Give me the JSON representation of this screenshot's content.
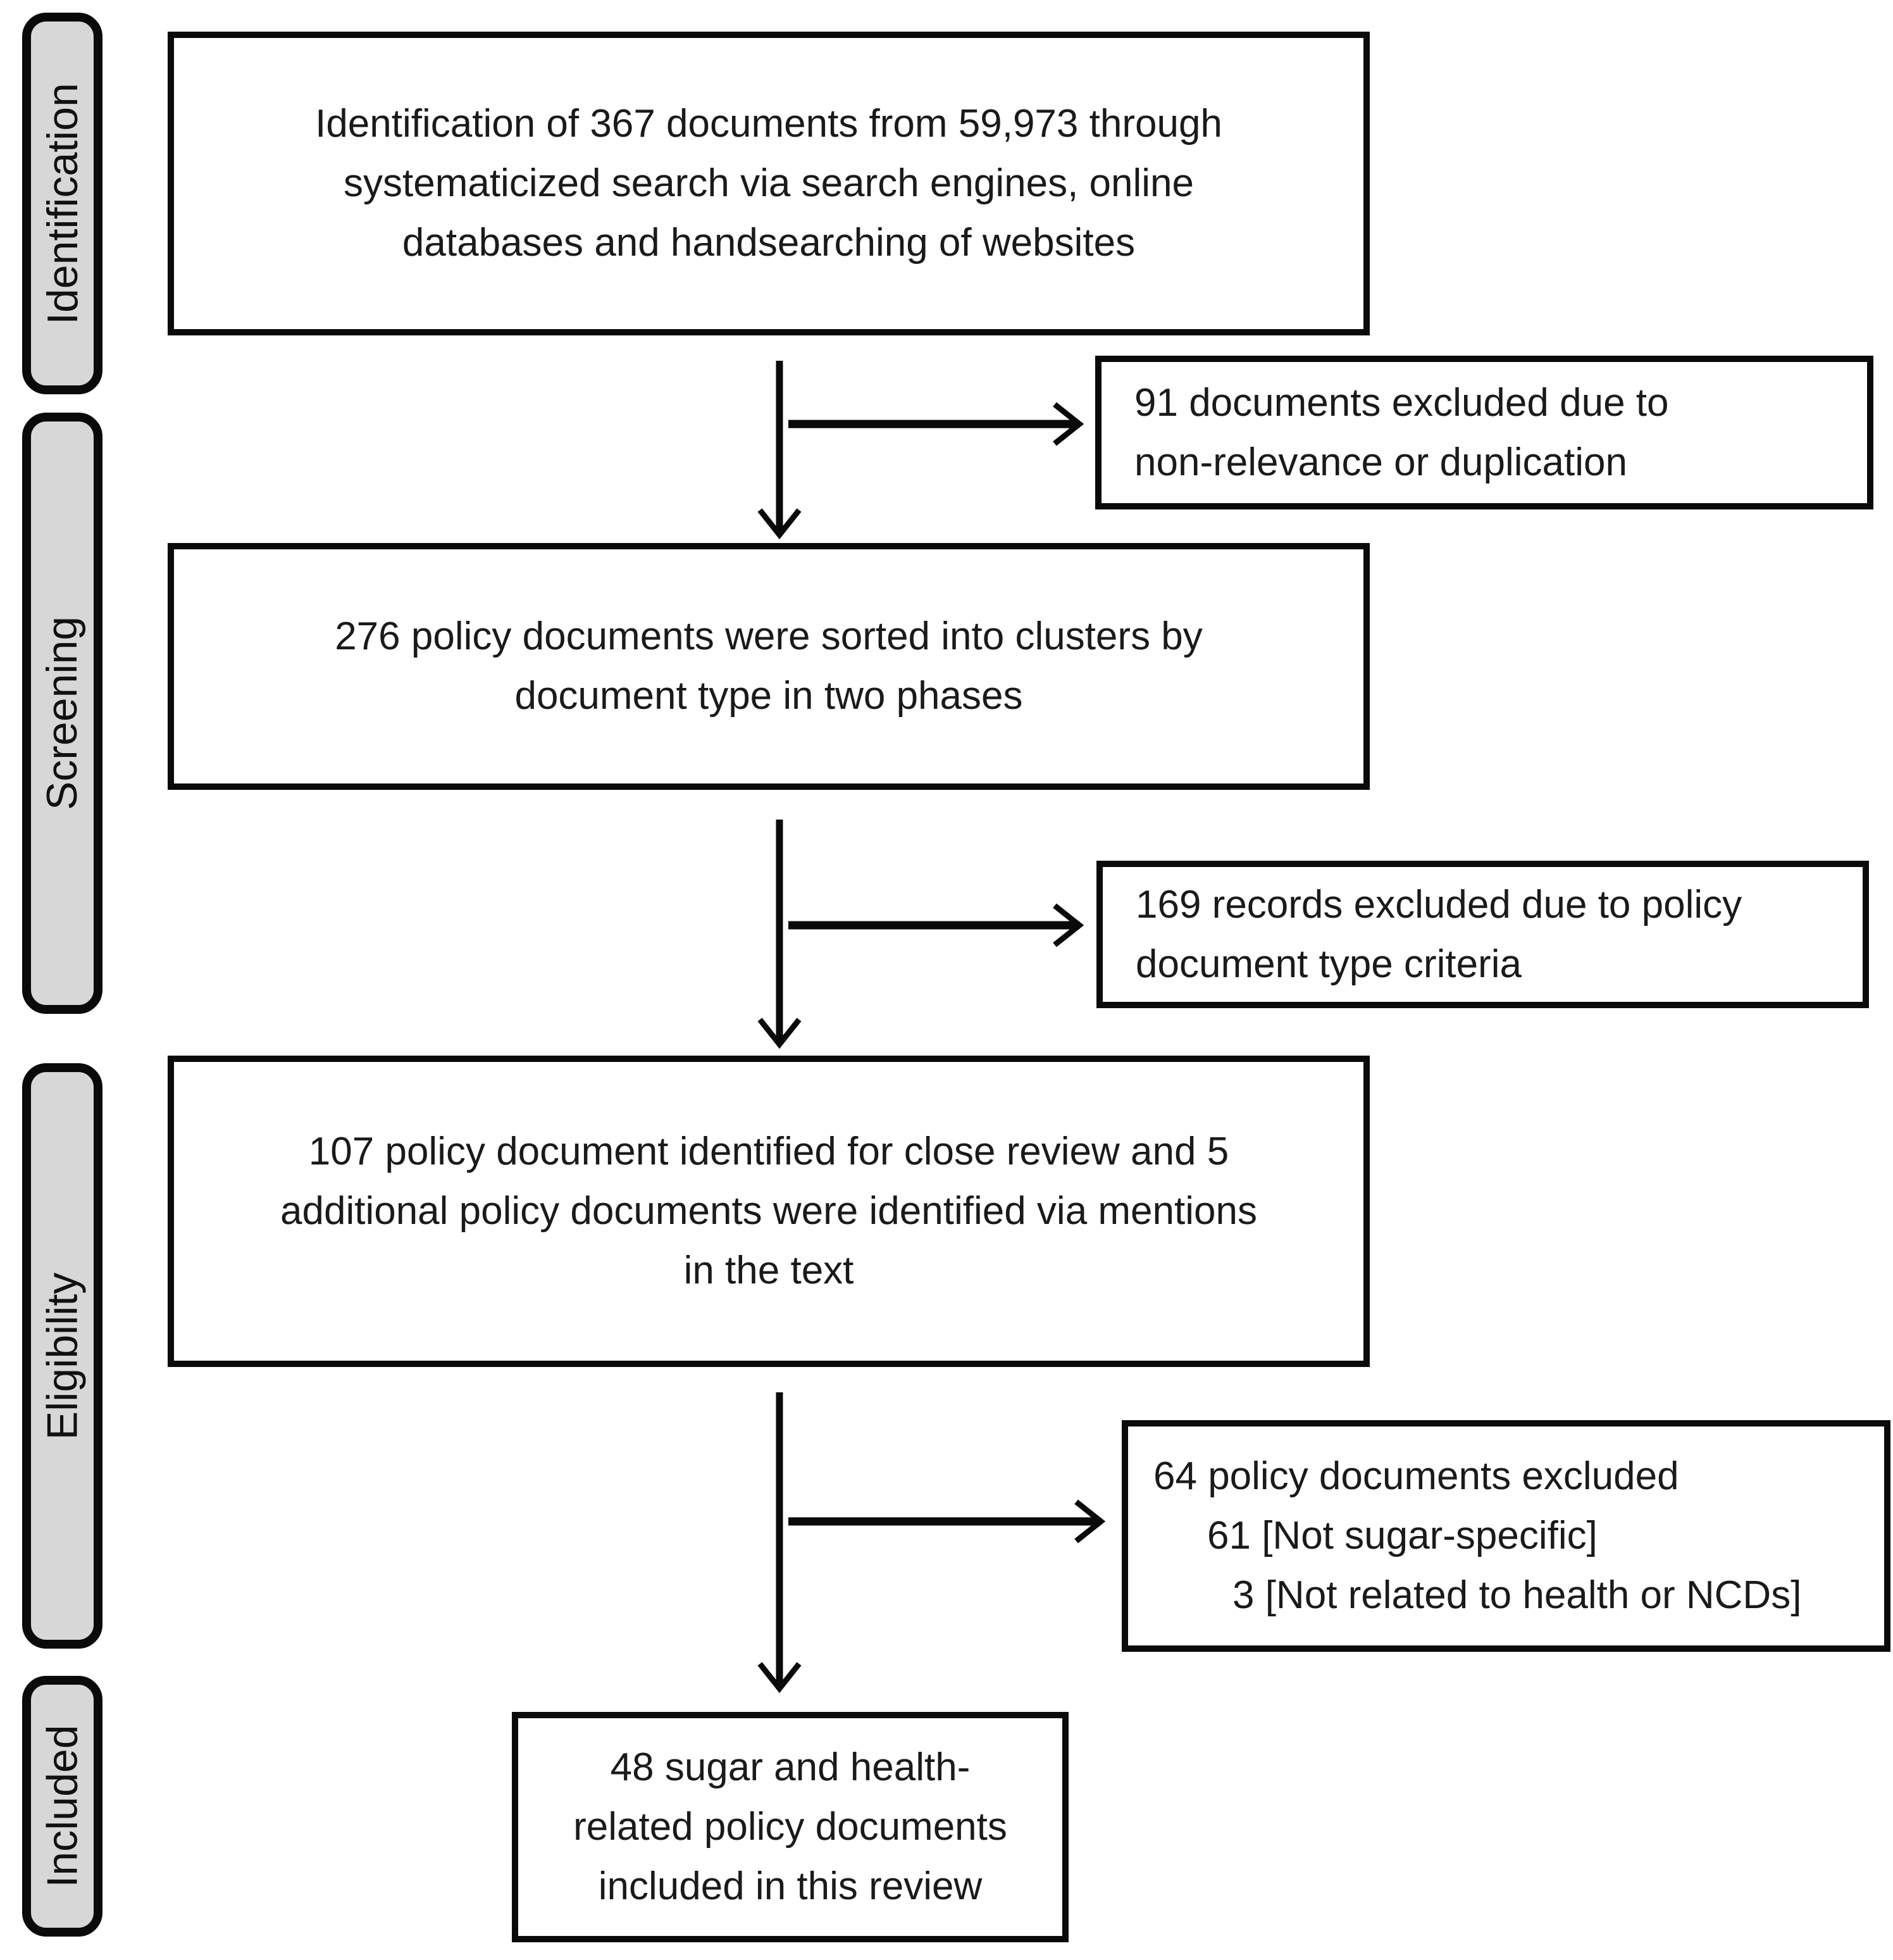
{
  "figure": {
    "kind": "prisma-flow-diagram",
    "colors": {
      "background": "#ffffff",
      "ink": "#0a0a0a",
      "text": "#1a1a1a",
      "stage_fill": "#d7d7d7"
    }
  },
  "stages": [
    {
      "label": "Identification"
    },
    {
      "label": "Screening"
    },
    {
      "label": "Eligibility"
    },
    {
      "label": "Included"
    }
  ],
  "boxes": {
    "identification": {
      "lines": [
        "Identification of 367 documents from 59,973 through",
        "systematicized search via search engines, online",
        "databases and handsearching of websites"
      ]
    },
    "excluded_1": {
      "lines": [
        "91 documents excluded due to",
        "non-relevance or duplication"
      ]
    },
    "screening": {
      "lines": [
        "276 policy documents were sorted into clusters by",
        "document type in two phases"
      ]
    },
    "excluded_2": {
      "lines": [
        "169 records excluded due to policy",
        "document type criteria"
      ]
    },
    "eligibility": {
      "lines": [
        "107 policy document identified for close review and 5",
        "additional policy documents were identified via mentions",
        "in the text"
      ]
    },
    "excluded_3": {
      "lines": [
        "64 policy documents excluded",
        "61 [Not sugar-specific]",
        "3 [Not related to health or NCDs]"
      ]
    },
    "included": {
      "lines": [
        "48 sugar and health-",
        "related policy documents",
        "included in this review"
      ]
    }
  }
}
